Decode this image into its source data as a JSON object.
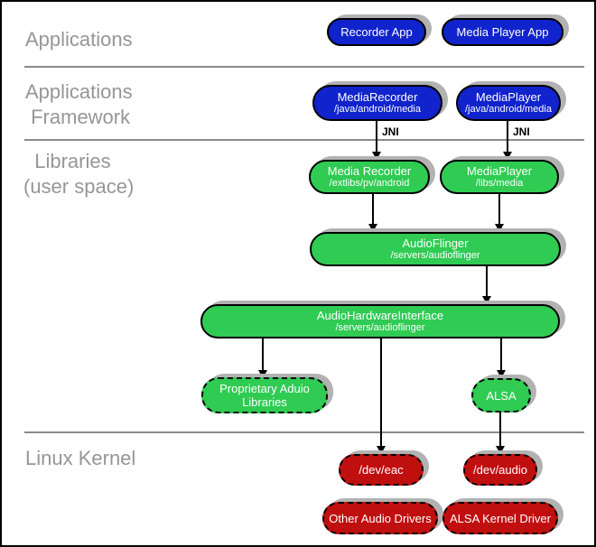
{
  "sections": {
    "applications": {
      "label": "Applications"
    },
    "framework": {
      "line1": "Applications",
      "line2": " Framework"
    },
    "libraries": {
      "line1": "  Libraries",
      "line2": "(user space)"
    },
    "kernel": {
      "label": "Linux Kernel"
    }
  },
  "jni": {
    "left": "JNI",
    "right": "JNI"
  },
  "nodes": {
    "recorder_app": {
      "title": "Recorder App"
    },
    "media_player_app": {
      "title": "Media Player App"
    },
    "media_recorder_java": {
      "title": "MediaRecorder",
      "subtitle": "/java/android/media"
    },
    "media_player_java": {
      "title": "MediaPlayer",
      "subtitle": "/java/android/media"
    },
    "media_recorder_native": {
      "title": "Media Recorder",
      "subtitle": "/extlibs/pv/android"
    },
    "media_player_native": {
      "title": "MediaPlayer",
      "subtitle": "/libs/media"
    },
    "audio_flinger": {
      "title": "AudioFlinger",
      "subtitle": "/servers/audioflinger"
    },
    "audio_hardware_interface": {
      "title": "AudioHardwareInterface",
      "subtitle": "/servers/audioflinger"
    },
    "proprietary_audio_libraries": {
      "title": "Proprietary Aduio Libraries"
    },
    "alsa": {
      "title": "ALSA"
    },
    "dev_eac": {
      "title": "/dev/eac"
    },
    "dev_audio": {
      "title": "/dev/audio"
    },
    "other_audio_drivers": {
      "title": "Other Audio Drivers"
    },
    "alsa_kernel_driver": {
      "title": "ALSA Kernel Driver"
    }
  },
  "colors": {
    "app_blue": "#1123CC",
    "lib_green": "#2FCB53",
    "kernel_red": "#C00F0F",
    "shadow_gray": "#B2B2B2",
    "label_gray": "#969696",
    "divider_gray": "#8A8A8A",
    "line_black": "#000000"
  }
}
